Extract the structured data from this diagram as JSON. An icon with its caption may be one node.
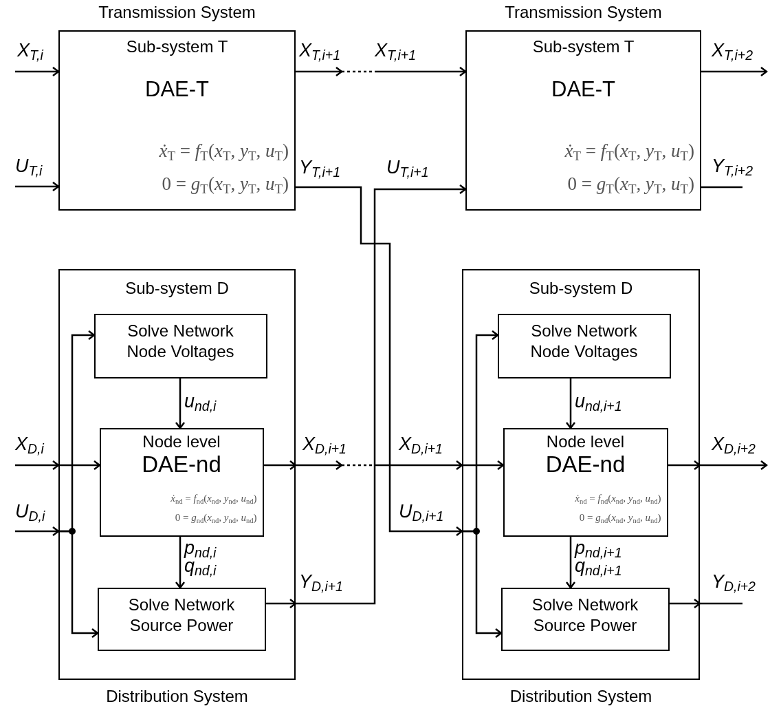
{
  "diagram": {
    "nodes": [
      {
        "text": [
          "Transmission System",
          "Sub-system T",
          "DAE-T",
          "*ẋ*$_{T}$ = *f*$_{T}$(*x*$_{T}$, *y*$_{T}$, *u*$_{T}$)",
          "0 = *g*$_{T}$(*x*$_{T}$, *y*$_{T}$, *u*$_{T}$)"
        ]
      },
      {
        "text": [
          "Transmission System",
          "Sub-system T",
          "DAE-T",
          "*ẋ*$_{T}$ = *f*$_{T}$(*x*$_{T}$, *y*$_{T}$, *u*$_{T}$)",
          "0 = *g*$_{T}$(*x*$_{T}$, *y*$_{T}$, *u*$_{T}$)"
        ]
      },
      {
        "text": [
          "Sub-system D"
        ],
        "beside": [
          "Distribution System"
        ]
      },
      {
        "text": [
          "Solve Network Node Voltages"
        ],
        "in": 2
      },
      {
        "text": [
          "Node level",
          "DAE-nd",
          "*ẋ*$_{nd}$ = *f*$_{nd}$(*x*$_{nd}$, *y*$_{nd}$, *u*$_{nd}$)",
          "0 = *g*$_{nd}$(*x*$_{nd}$, *y*$_{nd}$, *u*$_{nd}$)"
        ],
        "in": 2
      },
      {
        "text": [
          "Solve Network Source Power"
        ],
        "in": 2
      },
      {
        "text": [
          "Sub-system D"
        ],
        "beside": [
          "Distribution System"
        ]
      },
      {
        "text": [
          "Solve Network Node Voltages"
        ],
        "in": 6
      },
      {
        "text": [
          "Node level",
          "DAE-nd",
          "*ẋ*$_{nd}$ = *f*$_{nd}$(*x*$_{nd}$, *y*$_{nd}$, *u*$_{nd}$)",
          "0 = *g*$_{nd}$(*x*$_{nd}$, *y*$_{nd}$, *u*$_{nd}$)"
        ],
        "in": 6
      },
      {
        "text": [
          "Solve Network Source Power"
        ],
        "in": 6
      }
    ],
    "edges": [
      {
        "from": null,
        "to": 0,
        "arrow": "to",
        "label": "X$_{T,i}$"
      },
      {
        "from": null,
        "to": 0,
        "arrow": "to",
        "label": "U$_{T,i}$"
      },
      {
        "from": 0,
        "to": null,
        "arrow": "to",
        "label": "X$_{T,i+1}$"
      },
      {
        "from": null,
        "to": 1,
        "arrow": "to",
        "label": "X$_{T,i+1}$"
      },
      {
        "from": 1,
        "to": null,
        "arrow": "to",
        "label": "X$_{T,i+2}$"
      },
      {
        "from": 1,
        "to": null,
        "arrow": "none",
        "label": "Y$_{T,i+2}$"
      },
      {
        "from": 0,
        "to": 6,
        "arrow": "to",
        "label": "Y$_{T,i+1}$"
      },
      {
        "from": 5,
        "to": 2,
        "arrow": "to"
      },
      {
        "from": 2,
        "to": 1,
        "arrow": "to",
        "label": "Y$_{D,i+1}$"
      },
      {
        "from": null,
        "to": 2,
        "arrow": "to",
        "label": "X$_{D,i}$"
      },
      {
        "from": 2,
        "to": 4,
        "arrow": "to"
      },
      {
        "from": null,
        "to": 2,
        "arrow": "to",
        "label": "U$_{D,i}$"
      },
      {
        "from": 2,
        "to": 3,
        "arrow": "to"
      },
      {
        "from": 2,
        "to": 5,
        "arrow": "to"
      },
      {
        "from": 3,
        "to": 4,
        "arrow": "to",
        "label": "u$_{nd,i}$"
      },
      {
        "from": 4,
        "to": 5,
        "arrow": "to",
        "label": "p$_{nd,i}$ q$_{nd,i}$"
      },
      {
        "from": 4,
        "to": 2,
        "arrow": "to"
      },
      {
        "from": 2,
        "to": null,
        "arrow": "to",
        "label": "X$_{D,i+1}$"
      },
      {
        "from": null,
        "to": 6,
        "arrow": "to",
        "label": "X$_{D,i+1}$"
      },
      {
        "from": 6,
        "to": 8,
        "arrow": "to"
      },
      {
        "from": 6,
        "to": 7,
        "arrow": "to"
      },
      {
        "from": 6,
        "to": 9,
        "arrow": "to"
      },
      {
        "from": 7,
        "to": 8,
        "arrow": "to",
        "label": "u$_{nd,i+1}$"
      },
      {
        "from": 8,
        "to": 9,
        "arrow": "to",
        "label": "p$_{nd,i+1}$ q$_{nd,i+1}$"
      },
      {
        "from": 8,
        "to": 6,
        "arrow": "to"
      },
      {
        "from": 6,
        "to": null,
        "arrow": "to",
        "label": "X$_{D,i+2}$"
      },
      {
        "from": 9,
        "to": 6,
        "arrow": "to"
      },
      {
        "from": 6,
        "to": null,
        "arrow": "none",
        "label": "Y$_{D,i+2}$"
      }
    ],
    "labels": [
      "U$_{T,i+1}$",
      "U$_{D,i+1}$"
    ]
  }
}
